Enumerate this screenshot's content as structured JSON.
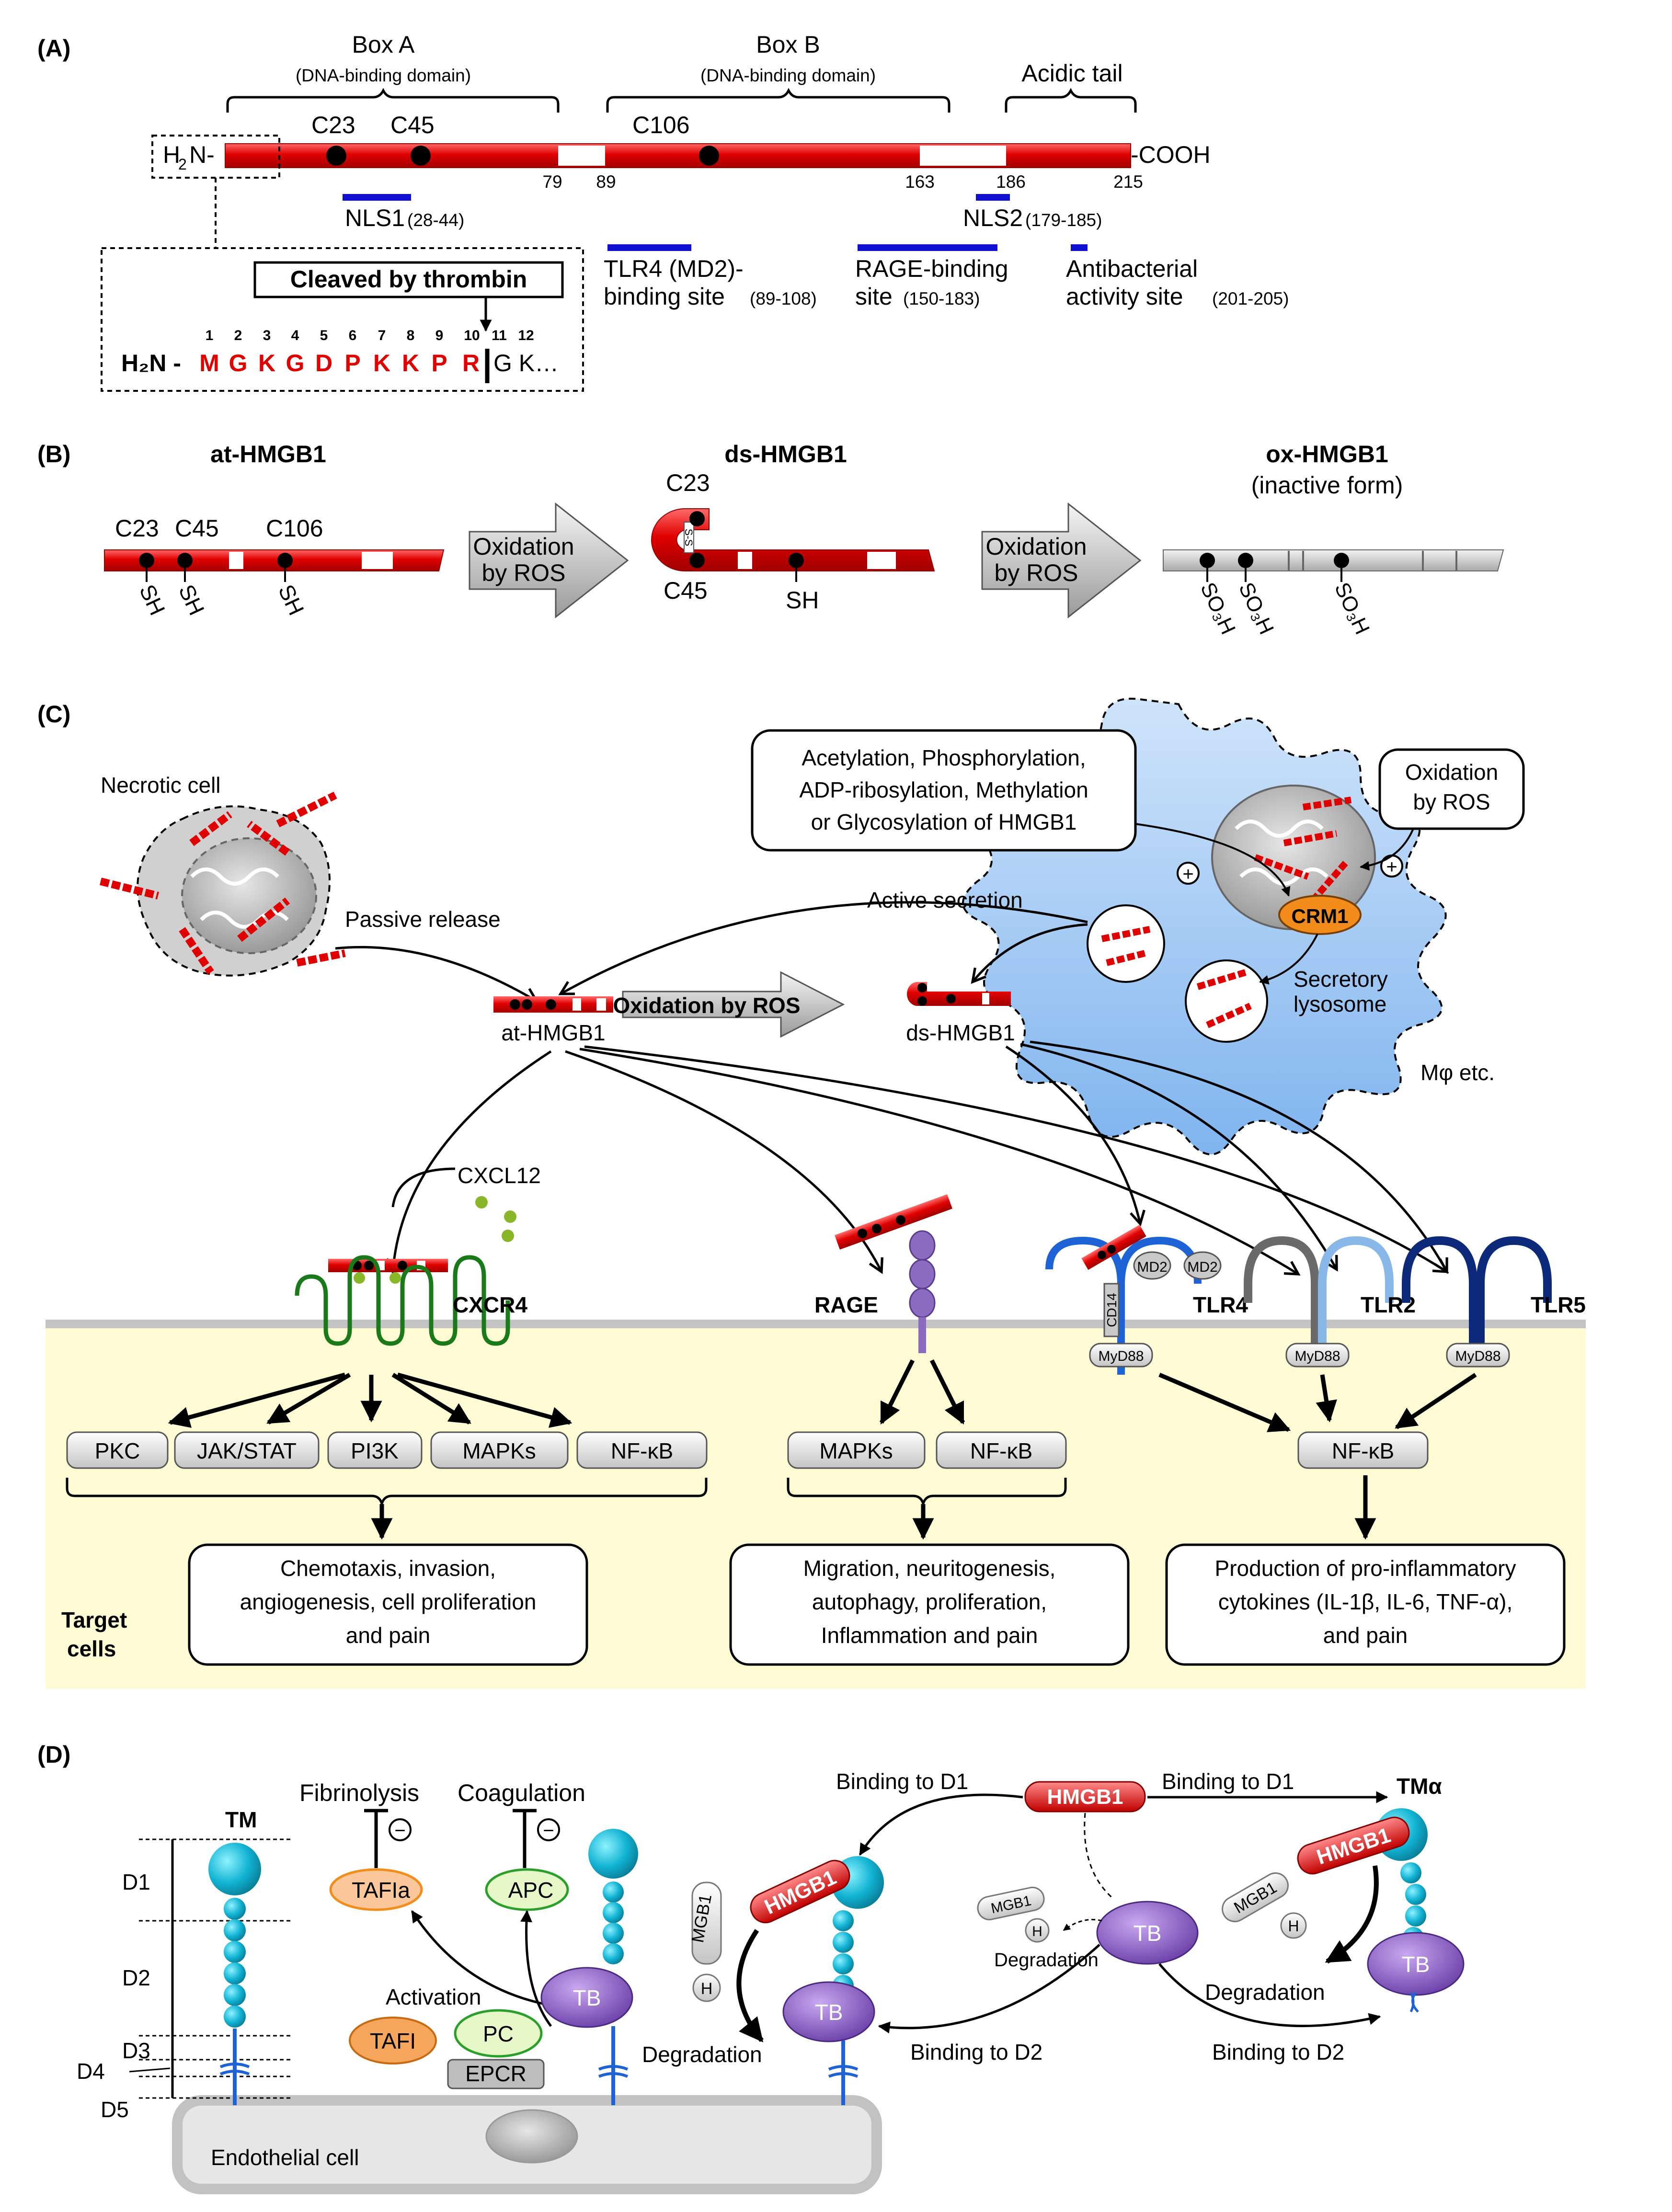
{
  "panels": {
    "A": "(A)",
    "B": "(B)",
    "C": "(C)",
    "D": "(D)"
  },
  "panel_a": {
    "box_a": "Box A",
    "box_a_sub": "(DNA-binding domain)",
    "box_b": "Box B",
    "box_b_sub": "(DNA-binding domain)",
    "acidic_tail": "Acidic tail",
    "n_term_h": "H",
    "n_term_2": "2",
    "n_term_n": "N-",
    "c_term": "-COOH",
    "c23": "C23",
    "c45": "C45",
    "c106": "C106",
    "pos": [
      "79",
      "89",
      "163",
      "186",
      "215"
    ],
    "nls1": "NLS1",
    "nls1_range": "(28-44)",
    "nls2": "NLS2",
    "nls2_range": "(179-185)",
    "tlr4_1": "TLR4 (MD2)-",
    "tlr4_2": "binding site",
    "tlr4_range": "(89-108)",
    "rage_1": "RAGE-binding",
    "rage_2": "site",
    "rage_range": "(150-183)",
    "anti_1": "Antibacterial",
    "anti_2": "activity site",
    "anti_range": "(201-205)",
    "thrombin": "Cleaved by thrombin",
    "seq_nums": [
      "1",
      "2",
      "3",
      "4",
      "5",
      "6",
      "7",
      "8",
      "9",
      "10",
      "11",
      "12"
    ],
    "seq_prefix": "H₂N -",
    "seq_red": [
      "M",
      "G",
      "K",
      "G",
      "D",
      "P",
      "K",
      "K",
      "P",
      "R"
    ],
    "seq_rest": "G K…"
  },
  "panel_b": {
    "at": "at-HMGB1",
    "ds": "ds-HMGB1",
    "ox": "ox-HMGB1",
    "ox_sub": "(inactive form)",
    "c23": "C23",
    "c45": "C45",
    "c106": "C106",
    "sh": "SH",
    "ss": "S-S",
    "oxid_1": "Oxidation",
    "oxid_2": "by ROS",
    "so3h": "SO₃H"
  },
  "panel_c": {
    "necrotic": "Necrotic cell",
    "passive": "Passive release",
    "active": "Active secretion",
    "mods_1": "Acetylation, Phosphorylation,",
    "mods_2": "ADP-ribosylation, Methylation",
    "mods_3": "or Glycosylation of HMGB1",
    "oxid_1": "Oxidation",
    "oxid_2": "by ROS",
    "crm1": "CRM1",
    "sec_1": "Secretory",
    "sec_2": "lysosome",
    "mphi": "Mφ etc.",
    "plus": "+",
    "oxid_ros": "Oxidation by ROS",
    "at": "at-HMGB1",
    "ds": "ds-HMGB1",
    "cxcl12": "CXCL12",
    "cxcr4": "CXCR4",
    "rage": "RAGE",
    "tlr4": "TLR4",
    "tlr2": "TLR2",
    "tlr5": "TLR5",
    "md2": "MD2",
    "cd14": "CD14",
    "myd88": "MyD88",
    "path1": [
      "PKC",
      "JAK/STAT",
      "PI3K",
      "MAPKs",
      "NF-κB"
    ],
    "path2": [
      "MAPKs",
      "NF-κB"
    ],
    "path3": "NF-κB",
    "out1": [
      "Chemotaxis, invasion,",
      "angiogenesis, cell proliferation",
      "and pain"
    ],
    "out2": [
      "Migration, neuritogenesis,",
      "autophagy, proliferation,",
      "Inflammation and pain"
    ],
    "out3": [
      "Production of pro-inflammatory",
      "cytokines (IL-1β, IL-6, TNF-α),",
      "and pain"
    ],
    "target_1": "Target",
    "target_2": "cells"
  },
  "panel_d": {
    "tm": "TM",
    "tma": "TMα",
    "domains": [
      "D1",
      "D2",
      "D3",
      "D4",
      "D5"
    ],
    "fibrinolysis": "Fibrinolysis",
    "coagulation": "Coagulation",
    "minus": "−",
    "tafia": "TAFIa",
    "apc": "APC",
    "tafi": "TAFI",
    "pc": "PC",
    "epcr": "EPCR",
    "activation": "Activation",
    "tb": "TB",
    "endothelial": "Endothelial cell",
    "hmgb1": "HMGB1",
    "mgb1": "MGB1",
    "h": "H",
    "bind_d1": "Binding to D1",
    "bind_d2": "Binding to D2",
    "degradation": "Degradation"
  }
}
